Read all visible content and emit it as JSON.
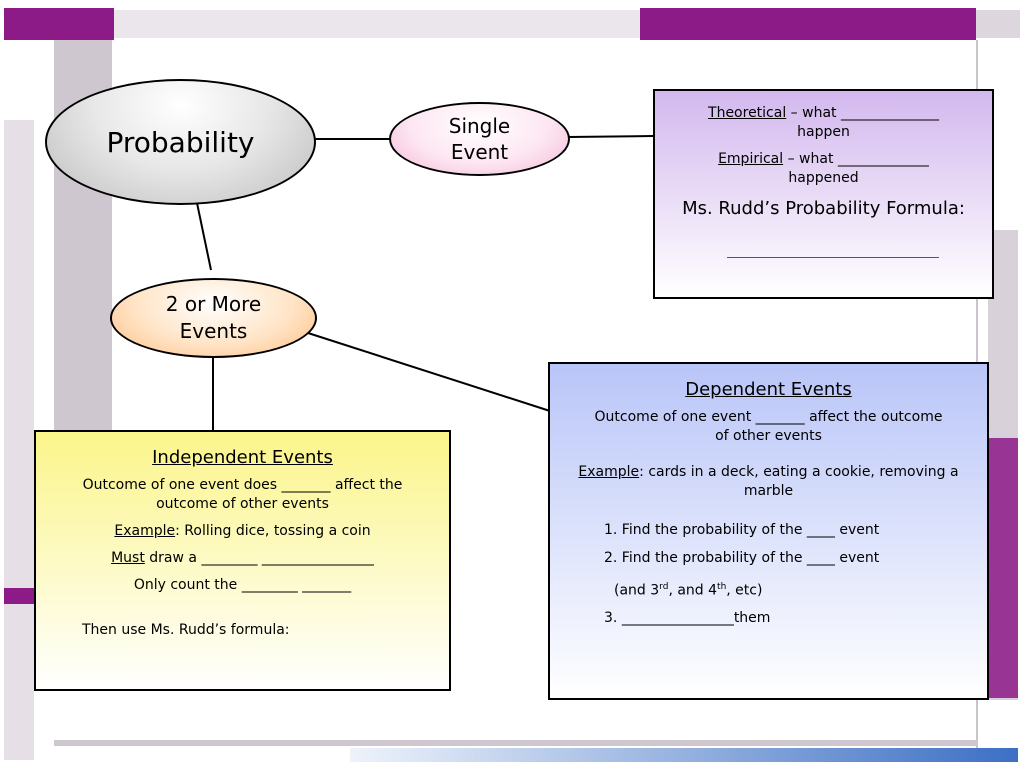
{
  "colors": {
    "accent_magenta": "#8c1a87",
    "grey_bar": "#c9c2c9",
    "theory_box_top": "#d3b8ee",
    "dependent_box_top": "#b9c5f8",
    "independent_box_top": "#fbf58a",
    "two_events_oval": "#ffc891"
  },
  "ovals": {
    "probability": "Probability",
    "single_event_line1": "Single",
    "single_event_line2": "Event",
    "two_events_line1": "2 or More",
    "two_events_line2": "Events"
  },
  "theory_box": {
    "theoretical_term": "Theoretical",
    "theoretical_rest": " – what ______________",
    "theoretical_line2": "happen",
    "empirical_term": "Empirical",
    "empirical_rest": " – what _____________",
    "empirical_line2": "happened",
    "formula_title": "Ms. Rudd’s Probability Formula:"
  },
  "independent_box": {
    "title": "Independent Events",
    "outcome_line1": "Outcome of one event does _______ affect the",
    "outcome_line2": "outcome of other events",
    "example_term": "Example",
    "example_rest": ": Rolling dice, tossing a coin",
    "must_term": "Must",
    "must_rest": " draw a ________  ________________",
    "count_line": "Only count the ________  _______",
    "then_line": "Then use Ms. Rudd’s formula:"
  },
  "dependent_box": {
    "title": "Dependent Events",
    "outcome_line1": "Outcome of one event _______ affect the outcome",
    "outcome_line2": "of other events",
    "example_term": "Example",
    "example_rest": ": cards in a deck, eating a cookie, removing a",
    "example_line2": "marble",
    "step1": "1.  Find the probability of the ____ event",
    "step2": "2.  Find the probability of the ____ event",
    "step2_sub_a": "(and 3",
    "step2_sub_rd": "rd",
    "step2_sub_b": ", and 4",
    "step2_sub_th": "th",
    "step2_sub_c": ", etc)",
    "step3_num": "3.  ",
    "step3_blank": "________________",
    "step3_rest": "them"
  }
}
